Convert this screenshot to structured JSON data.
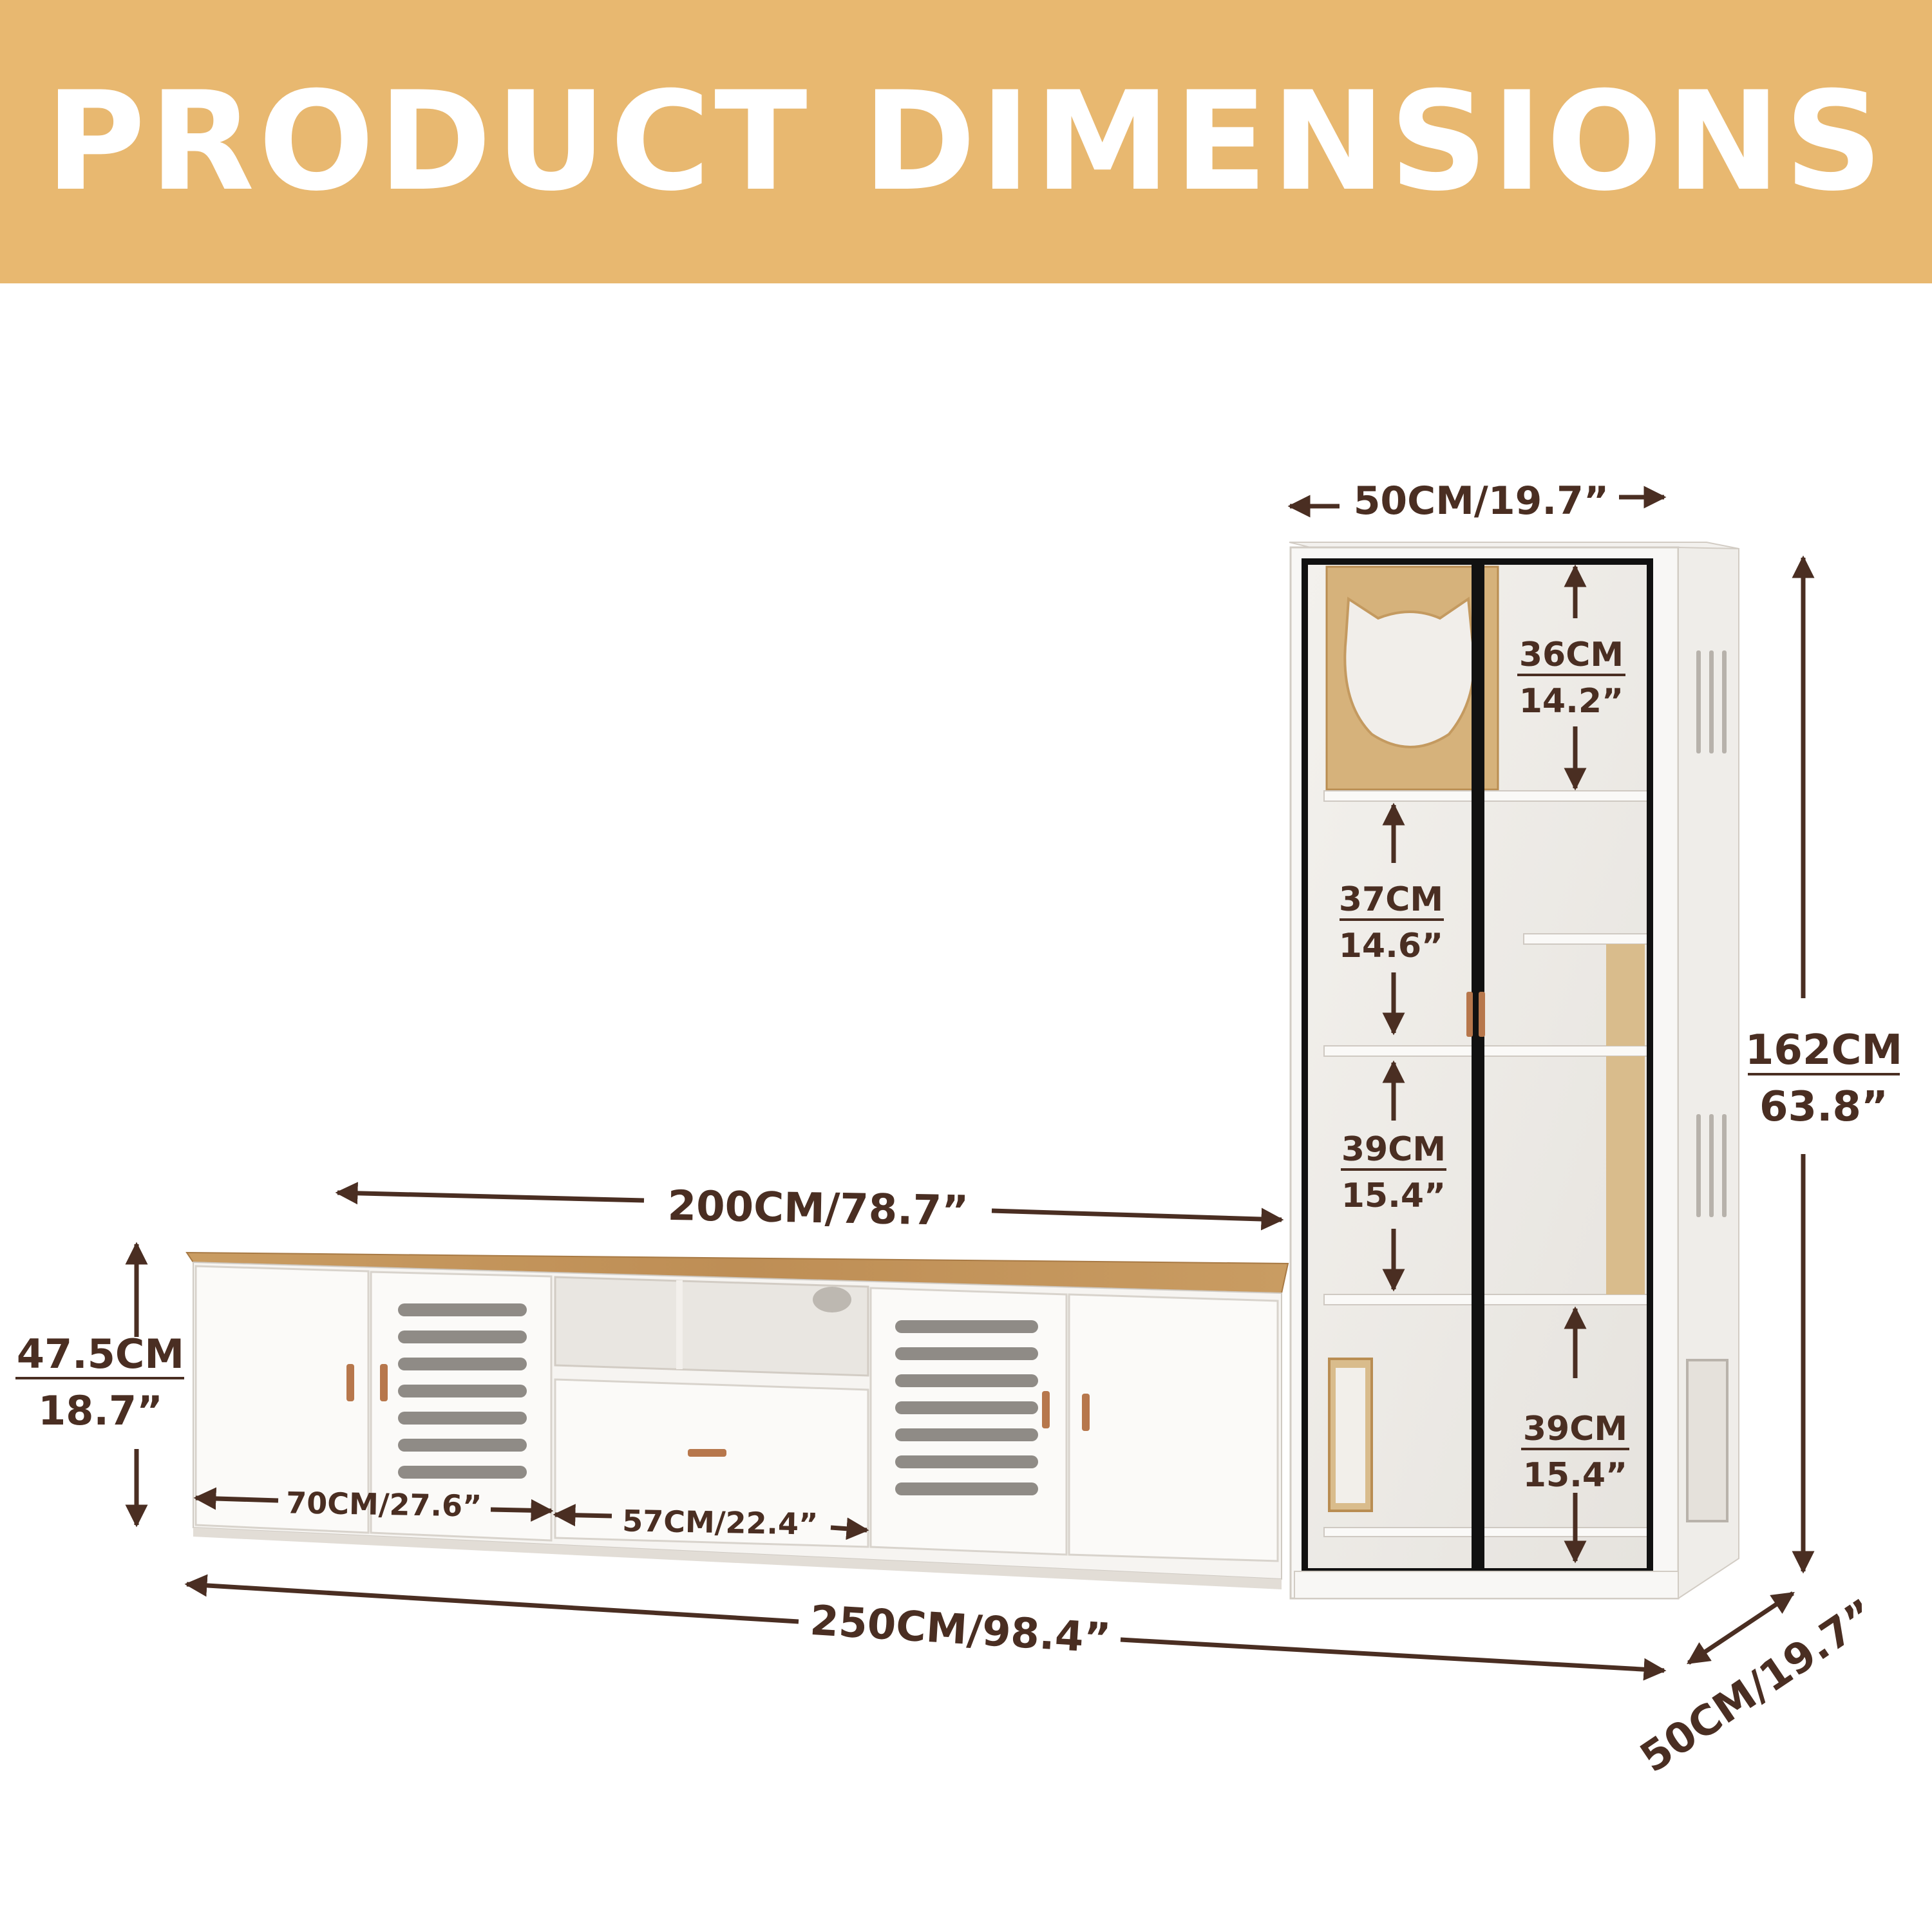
{
  "banner": {
    "title": "PRODUCT DIMENSIONS",
    "background_color": "#E8B870",
    "text_color": "#FFFFFF"
  },
  "colors": {
    "dimension_text": "#4A2E22",
    "cabinet_white": "#F6F4F1",
    "wood_top": "#C7985E",
    "glass_frame": "#111111",
    "handle": "#B7774C"
  },
  "icons": {
    "arrow": "double-headed-arrow",
    "cat_door": "cat-head-opening"
  },
  "dimensions": {
    "tower_width": "50CM/19.7”",
    "tower_height_cm": "162CM",
    "tower_height_in": "63.8”",
    "tower_depth": "50CM/19.7”",
    "shelf1_cm": "36CM",
    "shelf1_in": "14.2”",
    "shelf2_cm": "37CM",
    "shelf2_in": "14.6”",
    "shelf3_cm": "39CM",
    "shelf3_in": "15.4”",
    "shelf4_cm": "39CM",
    "shelf4_in": "15.4”",
    "tv_stand_width": "200CM/78.7”",
    "tv_stand_height_cm": "47.5CM",
    "tv_stand_height_in": "18.7”",
    "side_section_width": "70CM/27.6”",
    "middle_section_width": "57CM/22.4”",
    "overall_width": "250CM/98.4”"
  }
}
